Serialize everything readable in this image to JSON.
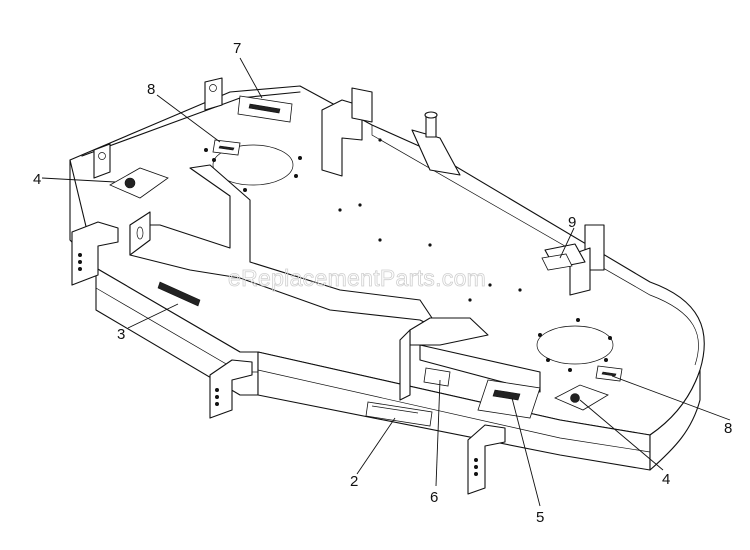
{
  "watermark": "eReplacementParts.com",
  "callouts": {
    "c7": "7",
    "c8a": "8",
    "c4a": "4",
    "c9": "9",
    "c3": "3",
    "c8b": "8",
    "c2": "2",
    "c6": "6",
    "c5": "5",
    "c4b": "4"
  }
}
